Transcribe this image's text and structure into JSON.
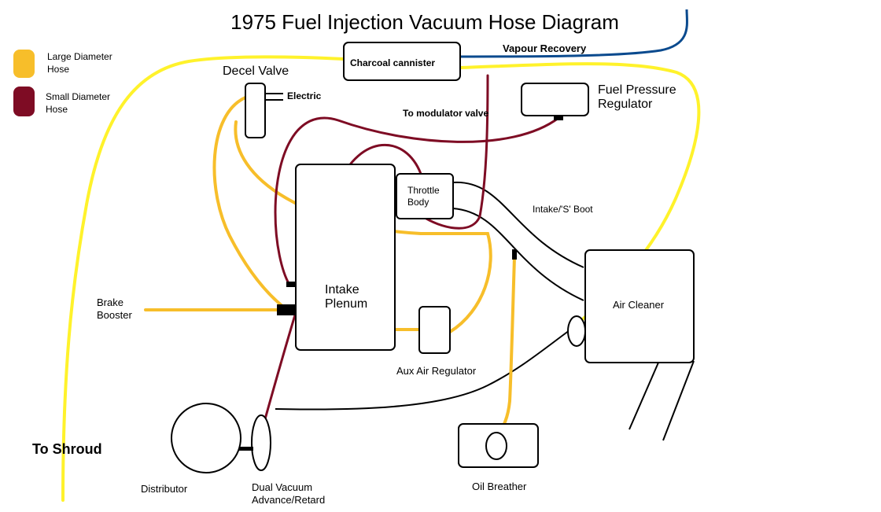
{
  "title": "1975 Fuel Injection Vacuum Hose Diagram",
  "legend": {
    "large": {
      "line1": "Large Diameter",
      "line2": "Hose",
      "color": "#F7BE2A"
    },
    "small": {
      "line1": "Small Diameter",
      "line2": "Hose",
      "color": "#7E0C24"
    }
  },
  "colors": {
    "large_hose": "#F7BE2A",
    "small_hose": "#7E0C24",
    "yellow_hose": "#FFF22B",
    "blue_hose": "#0A4A8E",
    "black_line": "#000000"
  },
  "labels": {
    "charcoal_canister": "Charcoal cannister",
    "vapour_recovery": "Vapour Recovery",
    "decel_valve": "Decel Valve",
    "electric": "Electric",
    "to_modulator_valve": "To modulator valve",
    "fuel_pressure_regulator_1": "Fuel Pressure",
    "fuel_pressure_regulator_2": "Regulator",
    "throttle_body_1": "Throttle",
    "throttle_body_2": "Body",
    "intake_boot": "Intake/'S' Boot",
    "intake_plenum_1": "Intake",
    "intake_plenum_2": "Plenum",
    "air_cleaner": "Air Cleaner",
    "brake_booster_1": "Brake",
    "brake_booster_2": "Booster",
    "aux_air_regulator": "Aux Air Regulator",
    "to_shroud": "To Shroud",
    "distributor": "Distributor",
    "dual_vacuum_1": "Dual Vacuum",
    "dual_vacuum_2": "Advance/Retard",
    "oil_breather": "Oil Breather"
  }
}
